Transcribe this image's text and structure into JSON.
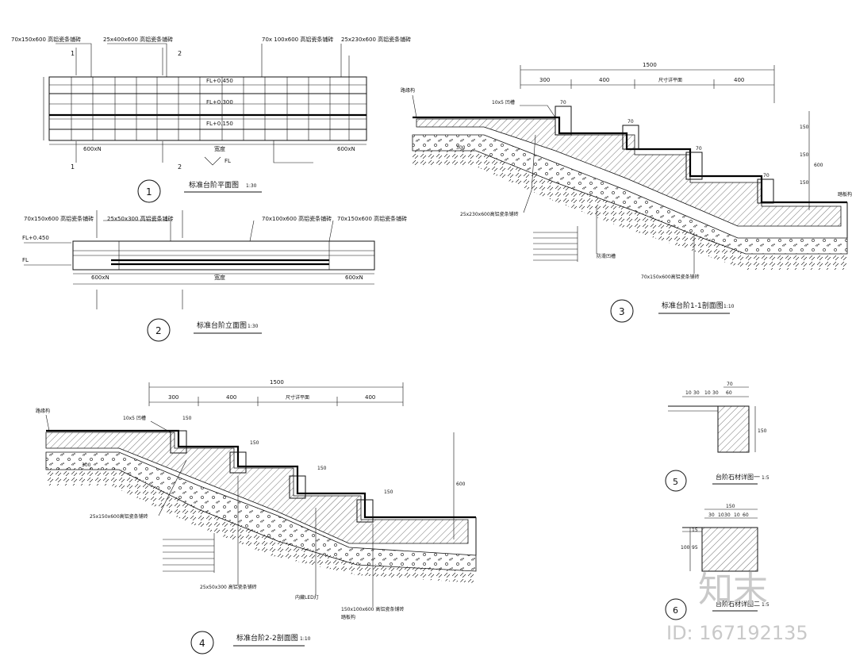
{
  "plan": {
    "top_callouts": [
      "70x150x600 高铝瓷条铺砖",
      "25x400x600 高铝瓷条铺砖",
      "70x 100x600 高铝瓷条铺砖",
      "25x230x600 高铝瓷条铺砖"
    ],
    "fl_labels": [
      "FL+0.450",
      "FL+0.300",
      "FL+0.150",
      "FL"
    ],
    "bottom_labels": [
      "600xN",
      "宽度",
      "600xN"
    ],
    "section_marks": [
      "1",
      "2"
    ],
    "title": "标准台阶平面图",
    "scale": "1:30",
    "number": "1"
  },
  "elevation": {
    "callouts": [
      "70x150x600 高铝瓷条铺砖",
      "25x50x300 高铝瓷条铺砖",
      "70x100x600 高铝瓷条铺砖",
      "70x150x600 高铝瓷条铺砖"
    ],
    "fl_labels": [
      "FL+0.450",
      "FL"
    ],
    "bottom_labels": [
      "600xN",
      "宽度",
      "600xN"
    ],
    "title": "标准台阶立面图",
    "scale": "1:30",
    "number": "2"
  },
  "section1": {
    "dims": [
      "1500",
      "300",
      "400",
      "尺寸详平面",
      "400",
      "70",
      "70",
      "70",
      "70",
      "150",
      "150",
      "150",
      "600",
      "300"
    ],
    "labels": [
      "路缘构",
      "10x5 凹槽",
      "25x230x600高铝瓷条铺砖",
      "70x150x600高铝瓷条铺砖",
      "防滑凹槽",
      "踏板构"
    ],
    "title": "标准台阶1-1剖面图",
    "scale": "1:10",
    "number": "3"
  },
  "section2": {
    "dims": [
      "1500",
      "300",
      "400",
      "尺寸详平面",
      "400",
      "150",
      "150",
      "150",
      "150",
      "600",
      "300"
    ],
    "labels": [
      "路缘构",
      "10x5 凹槽",
      "25x150x600高铝瓷条铺砖",
      "25x50x300 高铝瓷条铺砖",
      "内藏LED灯",
      "150x100x600 高铝瓷条铺砖",
      "踏板构"
    ],
    "title": "标准台阶2-2剖面图",
    "scale": "1:10",
    "number": "4"
  },
  "detail5": {
    "dims": [
      "70",
      "10",
      "30",
      "10",
      "30",
      "60",
      "150"
    ],
    "title": "台阶石材详图一",
    "scale": "1:5",
    "number": "5"
  },
  "detail6": {
    "dims": [
      "150",
      "30",
      "10",
      "30",
      "10",
      "60",
      "15",
      "95",
      "100"
    ],
    "title": "台阶石材详图二",
    "scale": "1:5",
    "number": "6"
  },
  "watermark": {
    "logo": "知末",
    "id": "ID: 167192135"
  }
}
